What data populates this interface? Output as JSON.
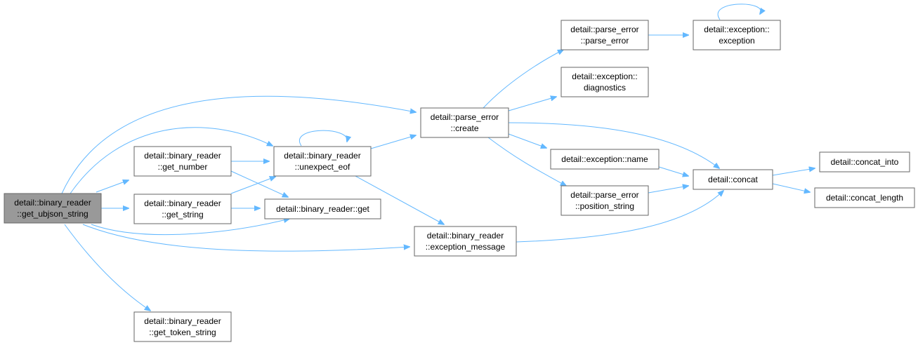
{
  "graph": {
    "title": "",
    "colors": {
      "edge": "#63b8ff",
      "root_fill": "#999999",
      "node_fill": "#ffffff",
      "node_border": "#666666"
    },
    "nodes": [
      {
        "id": "root",
        "root": true,
        "lines": [
          "detail::binary_reader",
          "::get_ubjson_string"
        ]
      },
      {
        "id": "get_number",
        "lines": [
          "detail::binary_reader",
          "::get_number"
        ]
      },
      {
        "id": "get_string",
        "lines": [
          "detail::binary_reader",
          "::get_string"
        ]
      },
      {
        "id": "get_token_string",
        "lines": [
          "detail::binary_reader",
          "::get_token_string"
        ]
      },
      {
        "id": "unexpect_eof",
        "lines": [
          "detail::binary_reader",
          "::unexpect_eof"
        ]
      },
      {
        "id": "get",
        "lines": [
          "detail::binary_reader::get"
        ]
      },
      {
        "id": "create",
        "lines": [
          "detail::parse_error",
          "::create"
        ]
      },
      {
        "id": "exception_message",
        "lines": [
          "detail::binary_reader",
          "::exception_message"
        ]
      },
      {
        "id": "pe_parse_error",
        "lines": [
          "detail::parse_error",
          "::parse_error"
        ]
      },
      {
        "id": "diagnostics",
        "lines": [
          "detail::exception::",
          "diagnostics"
        ]
      },
      {
        "id": "name",
        "lines": [
          "detail::exception::name"
        ]
      },
      {
        "id": "position_string",
        "lines": [
          "detail::parse_error",
          "::position_string"
        ]
      },
      {
        "id": "exception",
        "lines": [
          "detail::exception::",
          "exception"
        ]
      },
      {
        "id": "concat",
        "lines": [
          "detail::concat"
        ]
      },
      {
        "id": "concat_into",
        "lines": [
          "detail::concat_into"
        ]
      },
      {
        "id": "concat_length",
        "lines": [
          "detail::concat_length"
        ]
      }
    ]
  }
}
